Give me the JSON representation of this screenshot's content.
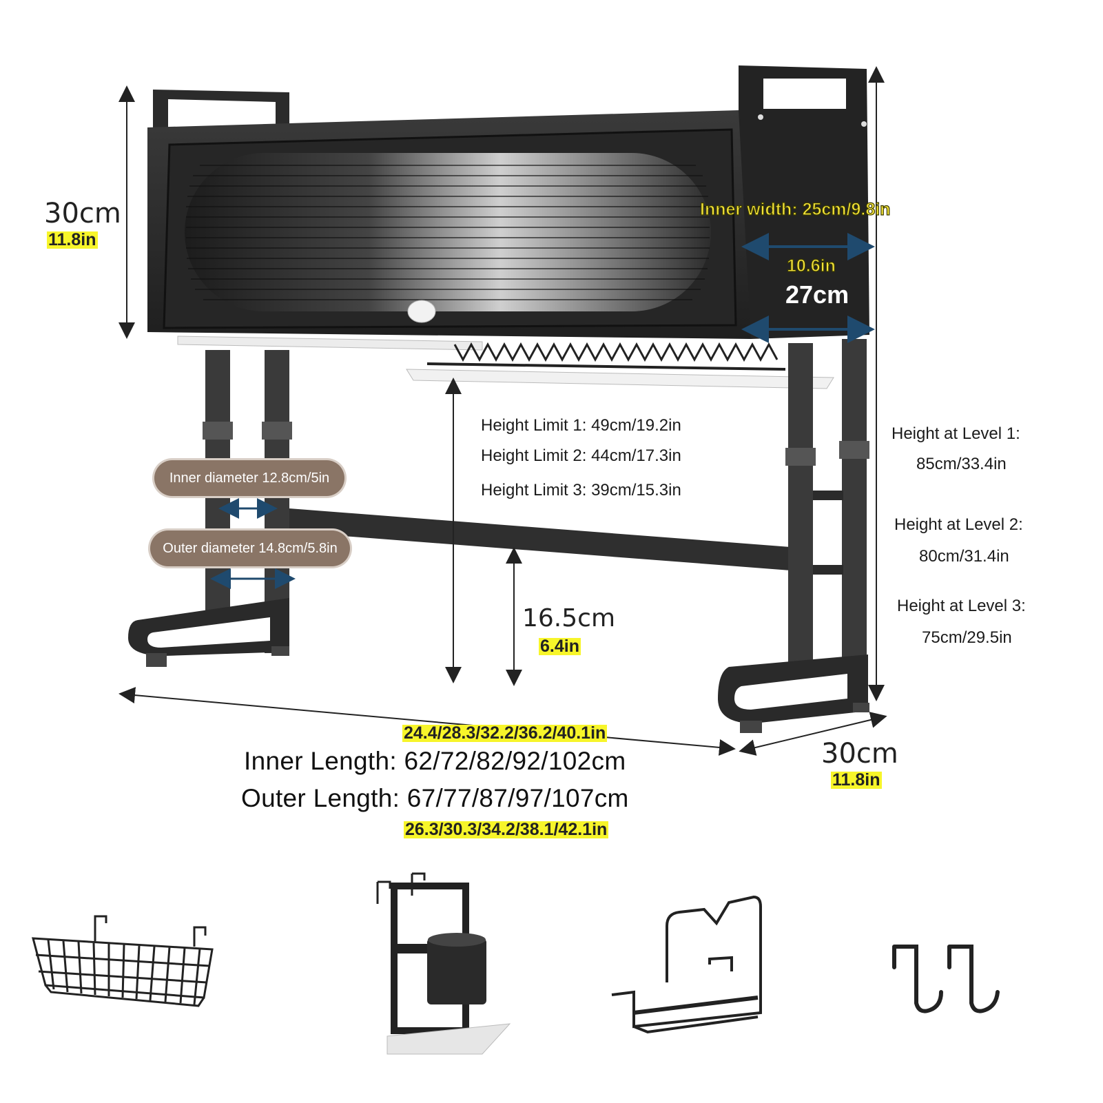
{
  "dimensions": {
    "top_height_cm": "30cm",
    "top_height_in": "11.8in",
    "inner_width_label": "Inner width: 25cm/9.8in",
    "width_in": "10.6in",
    "width_cm": "27cm",
    "bottom_clearance_cm": "16.5cm",
    "bottom_clearance_in": "6.4in",
    "depth_cm": "30cm",
    "depth_in": "11.8in",
    "inner_length_in": "24.4/28.3/32.2/36.2/40.1in",
    "inner_length": "Inner Length: 62/72/82/92/102cm",
    "outer_length": "Outer Length: 67/77/87/97/107cm",
    "outer_length_in": "26.3/30.3/34.2/38.1/42.1in"
  },
  "height_limits": [
    "Height Limit 1: 49cm/19.2in",
    "Height Limit 2: 44cm/17.3in",
    "Height Limit 3: 39cm/15.3in"
  ],
  "levels": [
    {
      "title": "Height at Level 1:",
      "value": "85cm/33.4in"
    },
    {
      "title": "Height at Level 2:",
      "value": "80cm/31.4in"
    },
    {
      "title": "Height at Level 3:",
      "value": "75cm/29.5in"
    }
  ],
  "leg_labels": {
    "inner_diameter": "Inner diameter 12.8cm/5in",
    "outer_diameter": "Outer diameter 14.8cm/5.8in"
  },
  "accessories": [
    "wire-basket",
    "utensil-holder",
    "cutting-board-holder",
    "hooks"
  ],
  "colors": {
    "frame": "#2b2b2b",
    "highlight": "#f7f52a",
    "pill": "#8a7566",
    "arrow_blue": "#1f4a6e"
  }
}
